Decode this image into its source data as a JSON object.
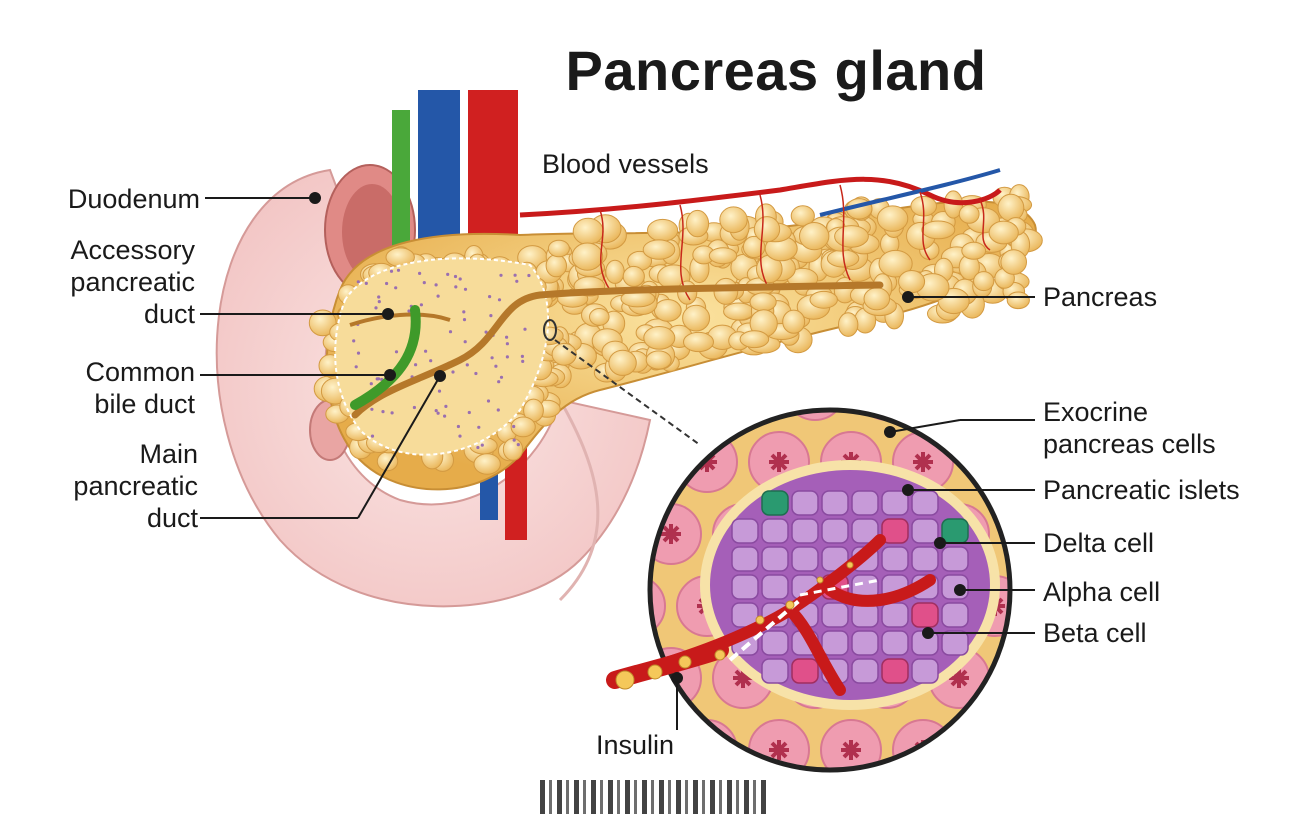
{
  "title": "Pancreas gland",
  "labels": {
    "blood_vessels": "Blood vessels",
    "duodenum": "Duodenum",
    "accessory_duct": [
      "Accessory",
      "pancreatic",
      "duct"
    ],
    "common_bile_duct": [
      "Common",
      "bile duct"
    ],
    "main_duct": [
      "Main",
      "pancreatic",
      "duct"
    ],
    "pancreas": "Pancreas",
    "exocrine": [
      "Exocrine",
      "pancreas cells"
    ],
    "islets": "Pancreatic islets",
    "delta": "Delta cell",
    "alpha": "Alpha cell",
    "beta": "Beta cell",
    "insulin": "Insulin"
  },
  "colors": {
    "duodenum": "#f6d6d4",
    "pancreas": "#f2c66a",
    "artery": "#c81a1a",
    "vein": "#2457a8",
    "bile_duct": "#3f9a2a",
    "islet": "#b272c6",
    "exocrine": "#ef9cb0"
  }
}
